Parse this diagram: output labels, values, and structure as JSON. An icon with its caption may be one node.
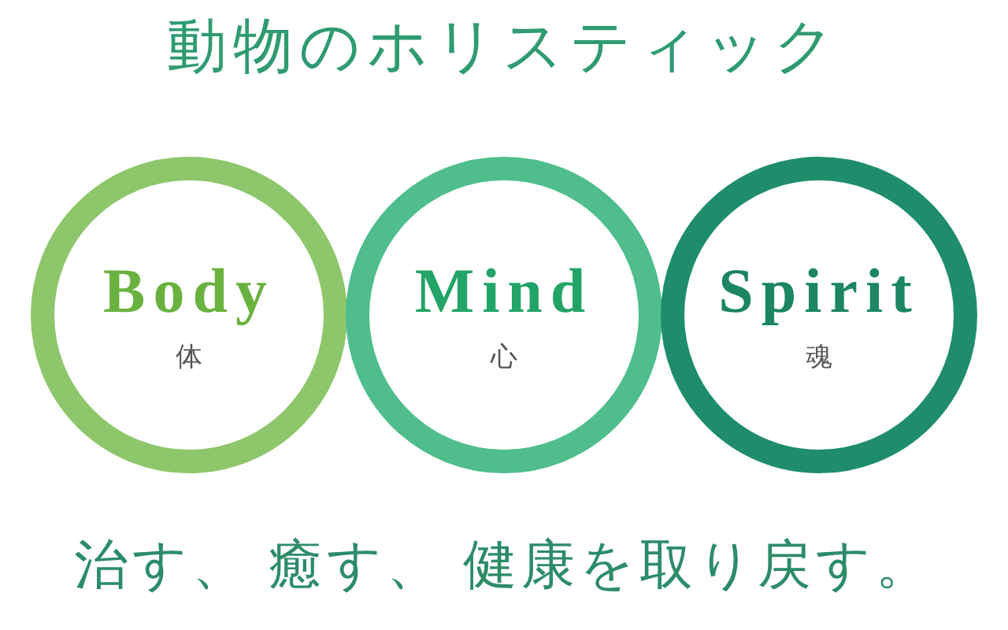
{
  "diagram": {
    "title": "動物のホリスティック",
    "caption": "治す、 癒す、 健康を取り戻す。",
    "nodes": [
      {
        "text": [
          "Body",
          "体"
        ]
      },
      {
        "text": [
          "Mind",
          "心"
        ]
      },
      {
        "text": [
          "Spirit",
          "魂"
        ]
      }
    ]
  }
}
